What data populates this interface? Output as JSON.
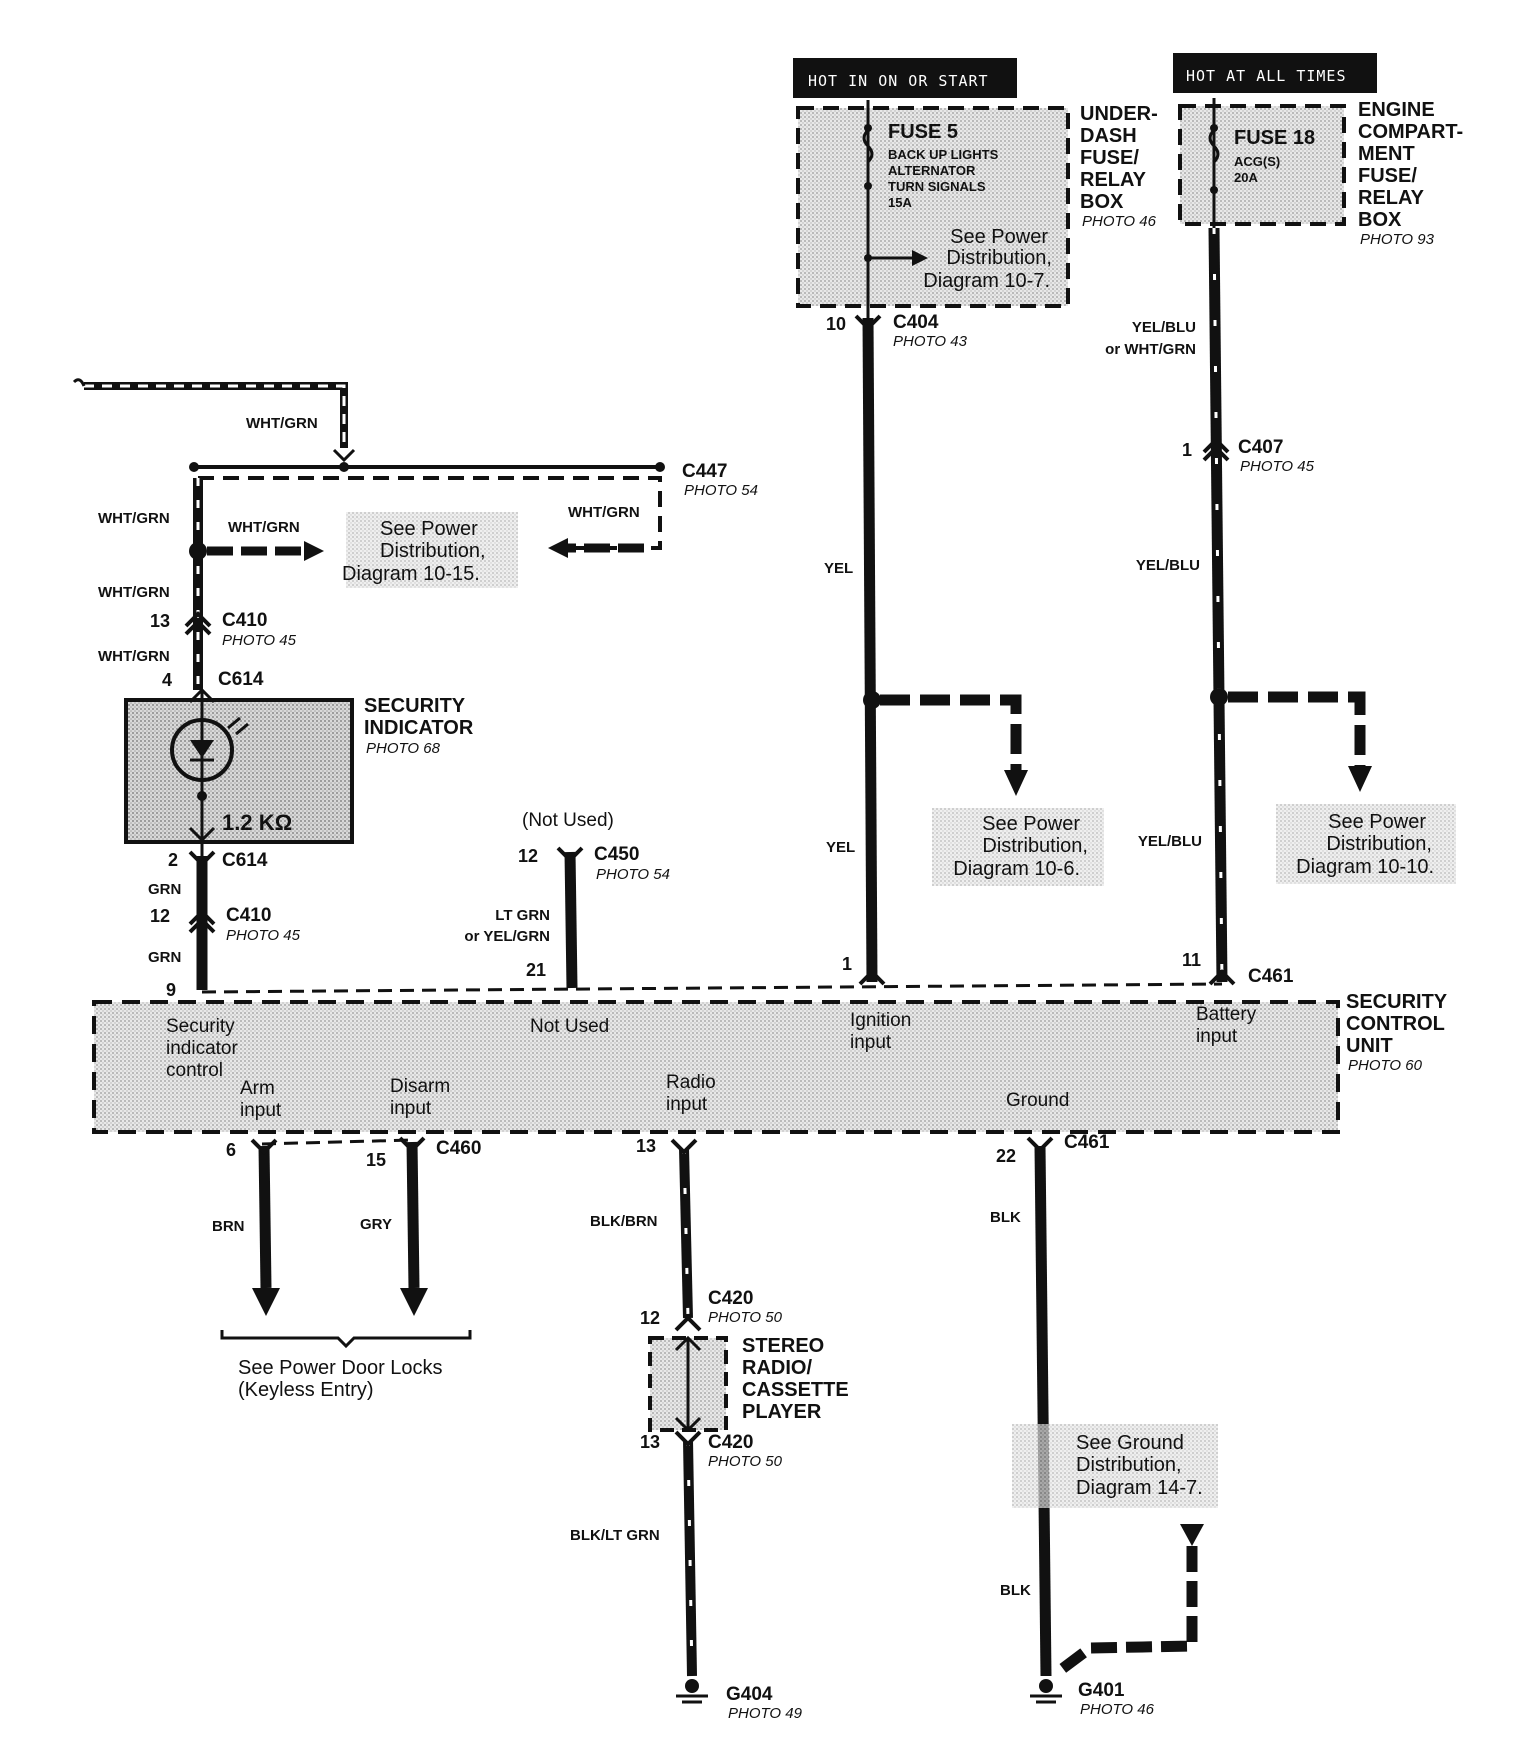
{
  "hot_labels": {
    "ign": "HOT IN ON OR START",
    "batt": "HOT AT ALL TIMES"
  },
  "underdash_box": {
    "title": [
      "UNDER-",
      "DASH",
      "FUSE/",
      "RELAY",
      "BOX"
    ],
    "photo": "PHOTO 46",
    "fuse_name": "FUSE 5",
    "fuse_lines": [
      "BACK UP LIGHTS",
      "ALTERNATOR",
      "TURN SIGNALS",
      "15A"
    ],
    "see": [
      "See Power",
      "Distribution,",
      "Diagram 10-7."
    ]
  },
  "engine_box": {
    "title": [
      "ENGINE",
      "COMPART-",
      "MENT",
      "FUSE/",
      "RELAY",
      "BOX"
    ],
    "photo": "PHOTO 93",
    "fuse_name": "FUSE 18",
    "fuse_lines": [
      "ACG(S)",
      "20A"
    ]
  },
  "c404": {
    "name": "C404",
    "photo": "PHOTO 43",
    "pin": "10"
  },
  "c407": {
    "name": "C407",
    "photo": "PHOTO 45",
    "pin": "1"
  },
  "c447": {
    "name": "C447",
    "photo": "PHOTO 54"
  },
  "c410_top": {
    "name": "C410",
    "photo": "PHOTO 45",
    "pin": "13"
  },
  "c614_top": {
    "name": "C614",
    "pin": "4"
  },
  "c614_bot": {
    "name": "C614",
    "pin": "2"
  },
  "c410_bot": {
    "name": "C410",
    "photo": "PHOTO 45",
    "pin": "12"
  },
  "c450": {
    "name": "C450",
    "photo": "PHOTO 54",
    "pin": "12",
    "pin2": "21",
    "not_used": "(Not Used)"
  },
  "c461_top": {
    "name": "C461",
    "pin": "11"
  },
  "ign_pin": "1",
  "scu_pin9": "9",
  "security_indicator": {
    "title": [
      "SECURITY",
      "INDICATOR"
    ],
    "photo": "PHOTO 68",
    "resistor": "1.2 KΩ"
  },
  "scu": {
    "title": [
      "SECURITY",
      "CONTROL",
      "UNIT"
    ],
    "photo": "PHOTO 60",
    "signals": {
      "indicator": [
        "Security",
        "indicator",
        "control"
      ],
      "not_used": "Not Used",
      "ignition": [
        "Ignition",
        "input"
      ],
      "battery": [
        "Battery",
        "input"
      ],
      "arm": [
        "Arm",
        "input"
      ],
      "disarm": [
        "Disarm",
        "input"
      ],
      "radio": [
        "Radio",
        "input"
      ],
      "ground": "Ground"
    }
  },
  "wire_colors": {
    "wht_grn": "WHT/GRN",
    "yel": "YEL",
    "yel_blu": "YEL/BLU",
    "yel_blu_alt": [
      "YEL/BLU",
      "or WHT/GRN"
    ],
    "grn": "GRN",
    "lt_grn": [
      "LT GRN",
      "or YEL/GRN"
    ],
    "brn": "BRN",
    "gry": "GRY",
    "blk_brn": "BLK/BRN",
    "blk_lt_grn": "BLK/LT GRN",
    "blk": "BLK"
  },
  "see_pd_1015": [
    "See Power",
    "Distribution,",
    "Diagram 10-15."
  ],
  "see_pd_106": [
    "See Power",
    "Distribution,",
    "Diagram 10-6."
  ],
  "see_pd_1010": [
    "See Power",
    "Distribution,",
    "Diagram 10-10."
  ],
  "see_ground": [
    "See Ground",
    "Distribution,",
    "Diagram 14-7."
  ],
  "see_door_locks": [
    "See Power Door Locks",
    "(Keyless Entry)"
  ],
  "c460": {
    "name": "C460",
    "pin_arm": "6",
    "pin_disarm": "15"
  },
  "c461_bot": {
    "name": "C461",
    "pin": "22"
  },
  "radio_pin": "13",
  "c420_top": {
    "name": "C420",
    "photo": "PHOTO 50",
    "pin": "12"
  },
  "c420_bot": {
    "name": "C420",
    "photo": "PHOTO 50",
    "pin": "13"
  },
  "stereo": {
    "title": [
      "STEREO",
      "RADIO/",
      "CASSETTE",
      "PLAYER"
    ]
  },
  "g404": {
    "name": "G404",
    "photo": "PHOTO 49"
  },
  "g401": {
    "name": "G401",
    "photo": "PHOTO 46"
  }
}
